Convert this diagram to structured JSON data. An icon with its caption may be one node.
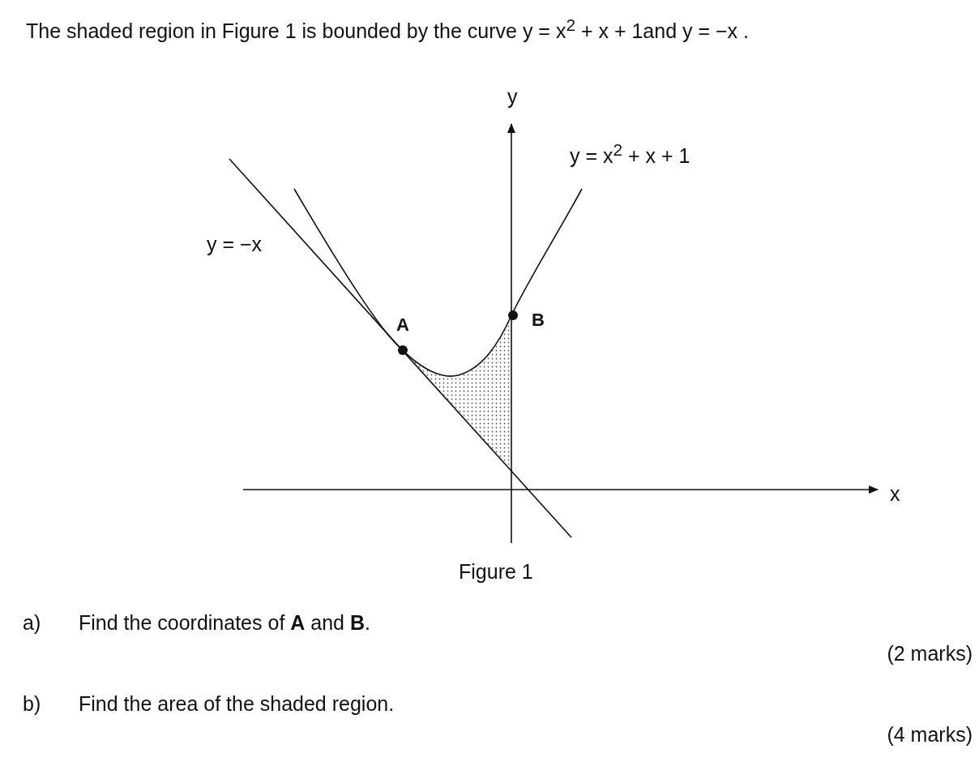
{
  "diagram": {
    "title": "The shaded region in Figure 1 is bounded by the curve y = x$^{2}$ + x + 1and y = −x .",
    "caption": "Figure 1",
    "labels": [
      "y",
      "x",
      "y = x$^{2}$ + x + 1",
      "y = −x",
      "A",
      "B",
      "a)",
      "Find the coordinates of **A** and **B**.",
      "(2 marks)",
      "b)",
      "Find the area of the shaded region.",
      "(4 marks)"
    ]
  }
}
